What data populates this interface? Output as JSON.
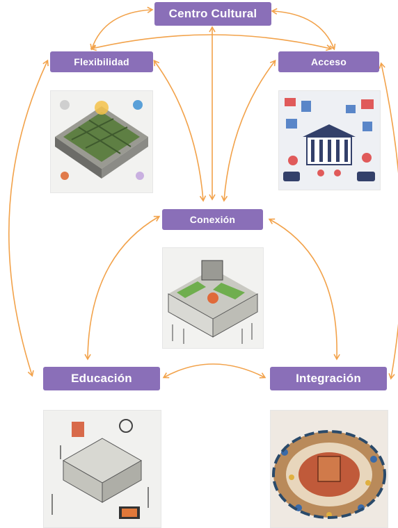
{
  "nodes": {
    "centro": "Centro Cultural",
    "flexibilidad": "Flexibilidad",
    "acceso": "Acceso",
    "conexion": "Conexión",
    "educacion": "Educación",
    "integracion": "Integración"
  },
  "colors": {
    "node_fill": "#8a6fb8",
    "arrow": "#f2a24a",
    "node_text": "#ffffff"
  },
  "images": {
    "flexibilidad": "isometric-green-roof-city-block-illustration",
    "acceso": "public-building-infographic-icons-illustration",
    "conexion": "isometric-connected-buildings-illustration",
    "educacion": "isometric-educational-campus-sketch",
    "integracion": "circular-market-plaza-illustration"
  }
}
